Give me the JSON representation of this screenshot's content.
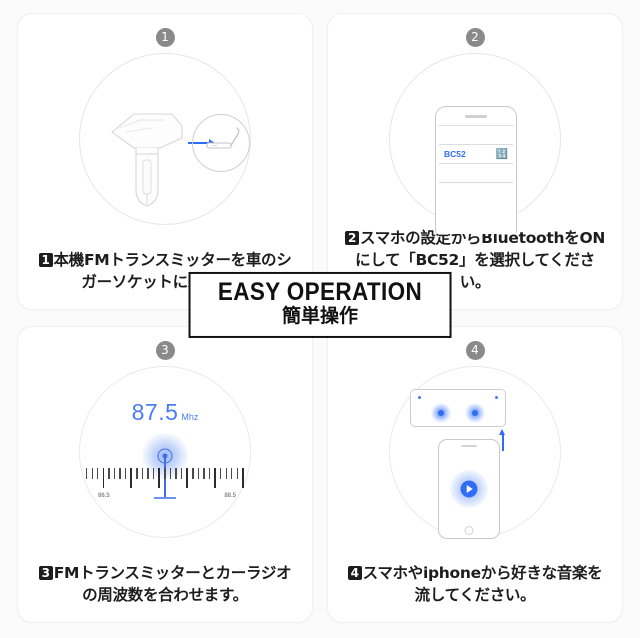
{
  "banner": {
    "english": "EASY OPERATION",
    "japanese": "簡単操作"
  },
  "colors": {
    "accent_blue": "#2f6df6",
    "dial_blue": "#4a7df0",
    "badge_gray": "#8a8a8a",
    "text_dark": "#1d1d1d",
    "card_bg": "#ffffff",
    "page_bg": "#fbfbfb"
  },
  "panels": [
    {
      "badge": "➊",
      "step_number": "1",
      "caption": "本機FMトランスミッターを車のシガーソケットに差し込む",
      "figure": "fm-transmitter-to-cigarette-socket",
      "icons": [
        "fm-transmitter-icon",
        "right-arrow-icon",
        "cigarette-lighter-socket-icon"
      ]
    },
    {
      "badge": "➋",
      "step_number": "2",
      "caption": "スマホの設定からBluetoothをONにして「BC52」を選択してください。",
      "figure": "smartphone-bluetooth-device-list",
      "icons": [
        "smartphone-icon",
        "bluetooth-icon"
      ],
      "phone_list": {
        "rows": [
          {
            "label": "",
            "state": "dim"
          },
          {
            "label": "BC52",
            "state": "selected"
          },
          {
            "label": "",
            "state": "dim"
          }
        ]
      }
    },
    {
      "badge": "➌",
      "step_number": "3",
      "caption": "FMトランスミッターとカーラジオの周波数を合わせます。",
      "figure": "radio-tuning-dial",
      "icons": [
        "signal-waves-icon",
        "tuner-needle-icon"
      ],
      "dial": {
        "frequency": "87.5",
        "unit": "Mhz",
        "scale_min_label": "86.5",
        "scale_max_label": "88.5"
      }
    },
    {
      "badge": "➍",
      "step_number": "4",
      "caption": "スマホやiphoneから好きな音楽を流してください。",
      "figure": "car-stereo-streaming-from-phone",
      "icons": [
        "car-stereo-icon",
        "speaker-wave-icon",
        "up-arrow-icon",
        "play-button-icon",
        "smartphone-icon"
      ]
    }
  ]
}
